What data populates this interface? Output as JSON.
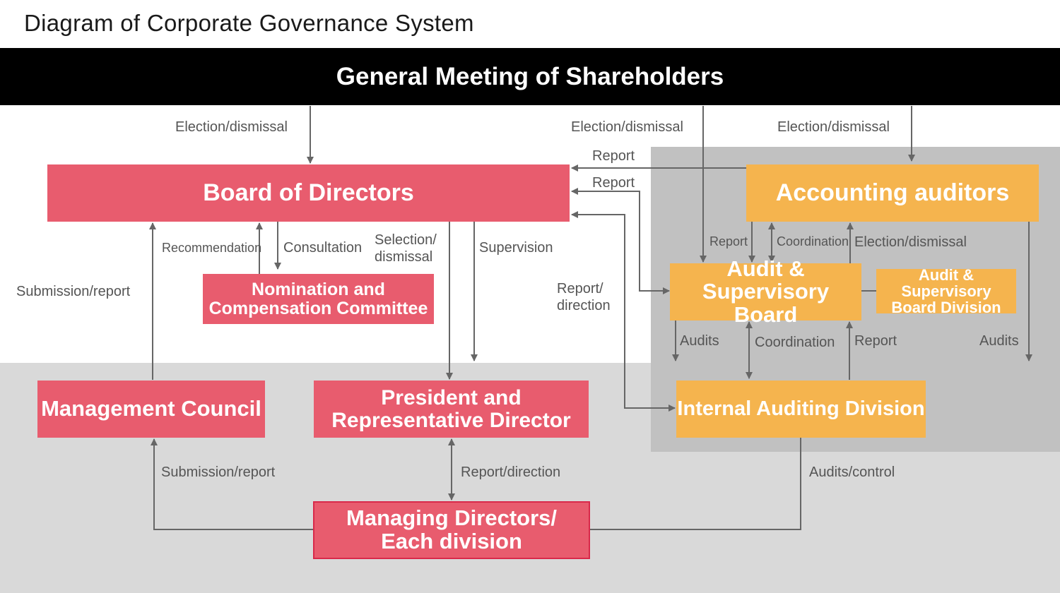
{
  "title": "Diagram of Corporate Governance System",
  "colors": {
    "red": "#e85c6e",
    "orange": "#f5b44e",
    "arrow": "#666666",
    "black": "#000000"
  },
  "nodes": {
    "gms": "General Meeting of Shareholders",
    "bod": "Board of Directors",
    "aa": "Accounting auditors",
    "asb": [
      "Audit &",
      "Supervisory Board"
    ],
    "asbd": [
      "Audit & Supervisory",
      "Board Division"
    ],
    "ncc": [
      "Nomination and",
      "Compensation Committee"
    ],
    "mc": "Management Council",
    "prd": [
      "President and",
      "Representative Director"
    ],
    "iad": "Internal Auditing Division",
    "md": [
      "Managing Directors/",
      "Each division"
    ]
  },
  "labels": {
    "election_dismissal_1": "Election/dismissal",
    "election_dismissal_2": "Election/dismissal",
    "election_dismissal_3": "Election/dismissal",
    "report_1": "Report",
    "report_2": "Report",
    "recommendation": "Recommendation",
    "consultation": "Consultation",
    "selection_dismissal": [
      "Selection/",
      "dismissal"
    ],
    "supervision": "Supervision",
    "submission_report_1": "Submission/report",
    "report_direction_1": [
      "Report/",
      "direction"
    ],
    "report_3": "Report",
    "coordination_1": "Coordination",
    "election_dismissal_4": "Election/dismissal",
    "audits_1": "Audits",
    "coordination_2": "Coordination",
    "report_4": "Report",
    "audits_2": "Audits",
    "submission_report_2": "Submission/report",
    "report_direction_2": "Report/direction",
    "audits_control": "Audits/control"
  }
}
